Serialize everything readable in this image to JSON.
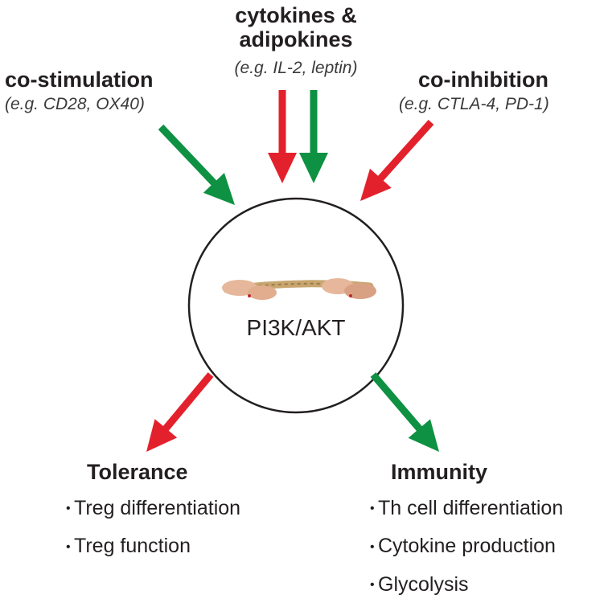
{
  "inputs": {
    "cytokines": {
      "title_line1": "cytokines &",
      "title_line2": "adipokines",
      "example": "(e.g. IL-2, leptin)"
    },
    "costim": {
      "title": "co-stimulation",
      "example": "(e.g. CD28, OX40)"
    },
    "coinhib": {
      "title": "co-inhibition",
      "example": "(e.g. CTLA-4, PD-1)"
    }
  },
  "center": {
    "label": "PI3K/AKT",
    "image": "tug-of-war-rope-hands"
  },
  "outputs": {
    "tolerance": {
      "title": "Tolerance",
      "items": [
        "Treg differentiation",
        "Treg function"
      ]
    },
    "immunity": {
      "title": "Immunity",
      "items": [
        "Th cell differentiation",
        "Cytokine production",
        "Glycolysis"
      ]
    }
  },
  "colors": {
    "green": "#0e9142",
    "red": "#e3212c",
    "text": "#231f20"
  }
}
